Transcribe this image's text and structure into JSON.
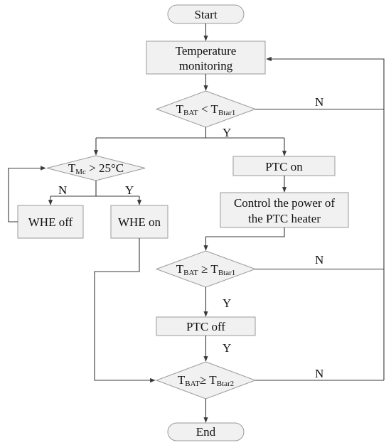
{
  "nodes": {
    "start": "Start",
    "temp_monitoring": [
      "Temperature",
      "monitoring"
    ],
    "d1": {
      "main": "T",
      "s1": "BAT",
      "op": " < T",
      "s2": "Btar1"
    },
    "dmc": {
      "main": "T",
      "s1": "Mc",
      "rest": " > 25°C"
    },
    "whe_off": "WHE off",
    "whe_on": "WHE on",
    "ptc_on": "PTC on",
    "control_power": [
      "Control the power of",
      "the PTC heater"
    ],
    "d2": {
      "main": "T",
      "s1": "BAT",
      "op": " ≥ T",
      "s2": "Btar1"
    },
    "ptc_off": "PTC off",
    "d3": {
      "main": "T",
      "s1": "BAT",
      "op": "≥ T",
      "s2": "Btar2"
    },
    "end": "End"
  },
  "branch_labels": {
    "yes": "Y",
    "no": "N"
  }
}
